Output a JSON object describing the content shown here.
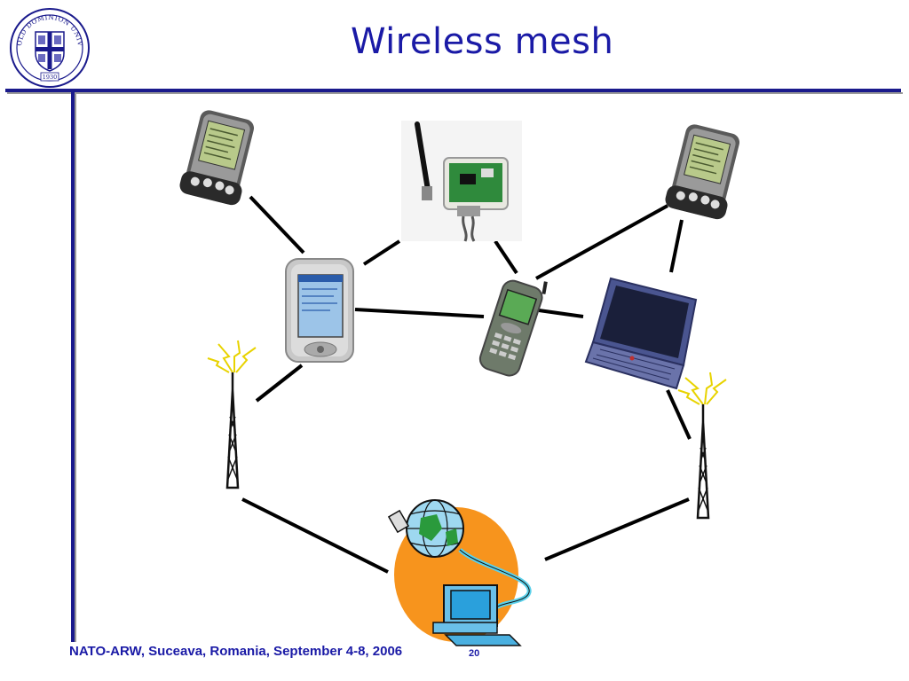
{
  "slide": {
    "title": "Wireless mesh",
    "footer": "NATO-ARW, Suceava, Romania, September 4-8, 2006",
    "page_number": "20"
  },
  "logo": {
    "name": "OLD DOMINION UNIVERSITY",
    "year": "1930"
  },
  "colors": {
    "title_blue": "#1a1aa6",
    "rule_blue": "#1a1a8c",
    "internet_orange": "#f7941d",
    "link_black": "#000000"
  },
  "diagram": {
    "nodes": [
      {
        "id": "pda-left",
        "icon": "palm-pda-icon"
      },
      {
        "id": "sensor",
        "icon": "wireless-sensor-board-icon"
      },
      {
        "id": "pda-right",
        "icon": "palm-pda-icon"
      },
      {
        "id": "pocket-pc",
        "icon": "pocket-pc-icon"
      },
      {
        "id": "cell-phone",
        "icon": "cell-phone-icon"
      },
      {
        "id": "laptop",
        "icon": "laptop-icon"
      },
      {
        "id": "tower-left",
        "icon": "radio-tower-icon"
      },
      {
        "id": "tower-right",
        "icon": "radio-tower-icon"
      },
      {
        "id": "internet",
        "icon": "internet-computer-icon"
      }
    ]
  }
}
